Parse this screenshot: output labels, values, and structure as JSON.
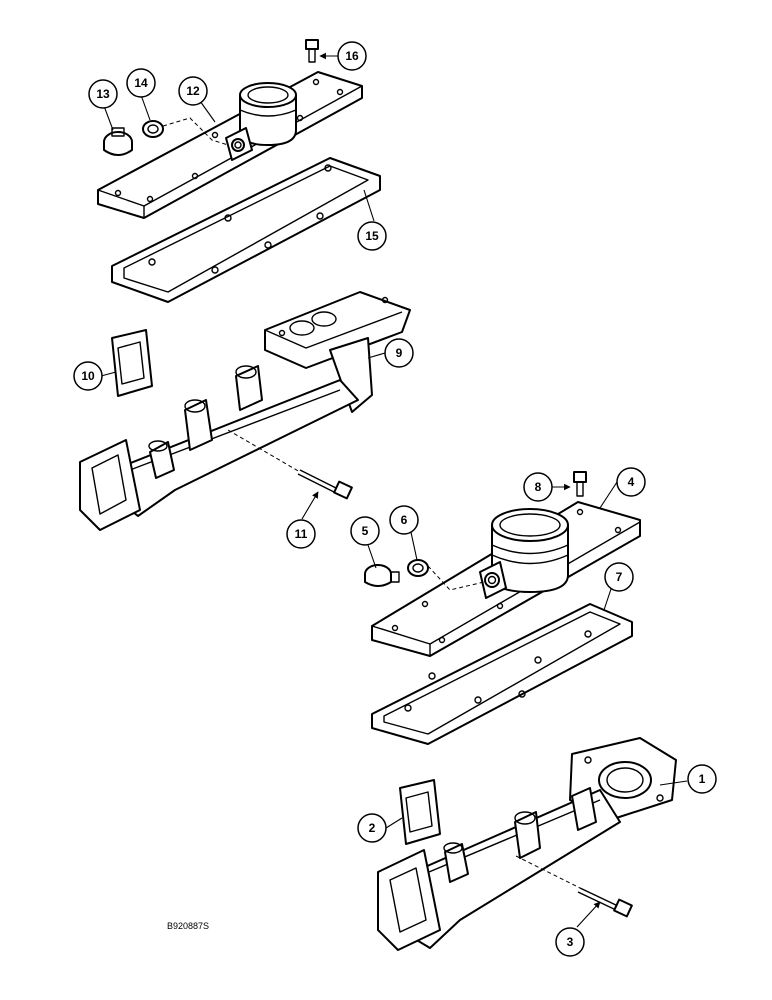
{
  "callouts": [
    "1",
    "2",
    "3",
    "4",
    "5",
    "6",
    "7",
    "8",
    "9",
    "10",
    "11",
    "12",
    "13",
    "14",
    "15",
    "16"
  ],
  "reference_code": "B920887S"
}
